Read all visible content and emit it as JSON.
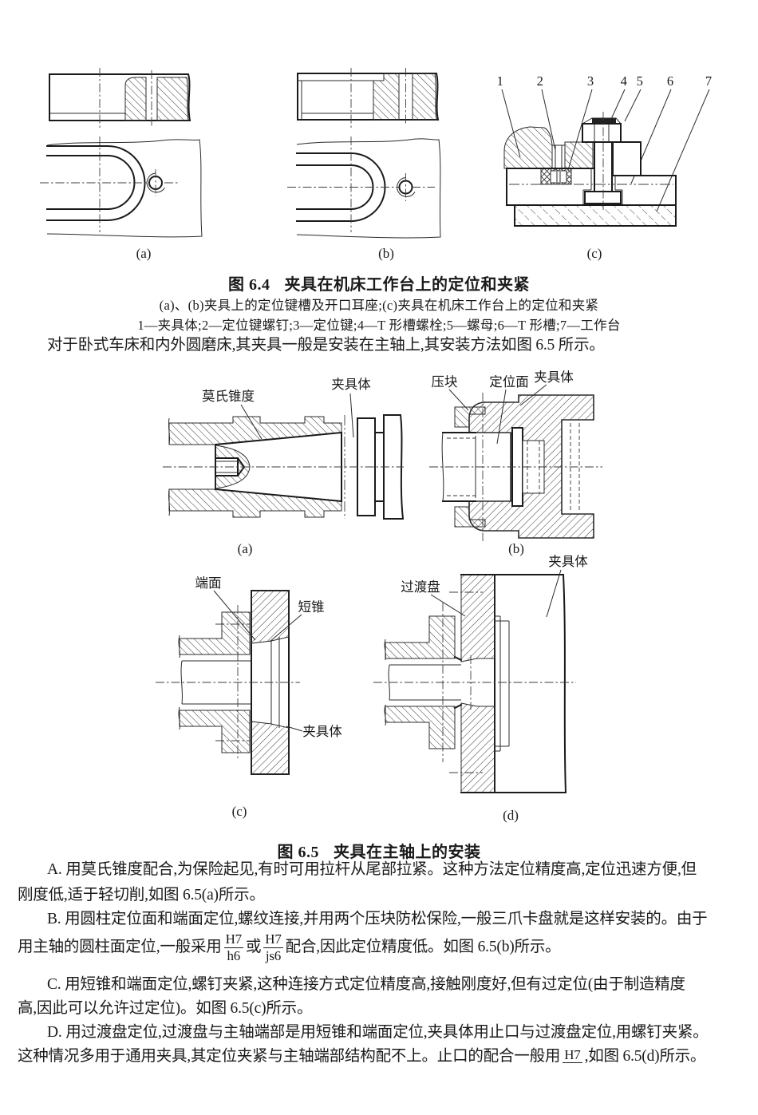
{
  "fig64": {
    "caption_label": "图 6.4",
    "caption_title": "夹具在机床工作台上的定位和夹紧",
    "subcaption": "(a)、(b)夹具上的定位键槽及开口耳座;(c)夹具在机床工作台上的定位和夹紧",
    "legend": "1—夹具体;2—定位键螺钉;3—定位键;4—T 形槽螺栓;5—螺母;6—T 形槽;7—工作台",
    "sublabel_a": "(a)",
    "sublabel_b": "(b)",
    "sublabel_c": "(c)",
    "callouts": [
      "1",
      "2",
      "3",
      "4",
      "5",
      "6",
      "7"
    ]
  },
  "intro": "对于卧式车床和内外圆磨床,其夹具一般是安装在主轴上,其安装方法如图 6.5 所示。",
  "fig65": {
    "caption_label": "图 6.5",
    "caption_title": "夹具在主轴上的安装",
    "sublabel_a": "(a)",
    "sublabel_b": "(b)",
    "sublabel_c": "(c)",
    "sublabel_d": "(d)",
    "label_morse": "莫氏锥度",
    "label_body_a": "夹具体",
    "label_clamp": "压块",
    "label_locating_face": "定位面",
    "label_body_b": "夹具体",
    "label_end_face": "端面",
    "label_short_taper": "短锥",
    "label_body_c": "夹具体",
    "label_adapter_plate": "过渡盘",
    "label_body_d": "夹具体"
  },
  "paras": {
    "a1": "A. 用莫氏锥度配合,为保险起见,有时可用拉杆从尾部拉紧。这种方法定位精度高,定位迅速方便,但",
    "a2": "刚度低,适于轻切削,如图 6.5(a)所示。",
    "b1": "B. 用圆柱定位面和端面定位,螺纹连接,并用两个压块防松保险,一般三爪卡盘就是这样安装的。由于",
    "b2_pre": "用主轴的圆柱面定位,一般采用",
    "b2_frac1_num": "H7",
    "b2_frac1_den": "h6",
    "b2_mid": "或",
    "b2_frac2_num": "H7",
    "b2_frac2_den": "js6",
    "b2_post": "配合,因此定位精度低。如图 6.5(b)所示。",
    "c1": "C. 用短锥和端面定位,螺钉夹紧,这种连接方式定位精度高,接触刚度好,但有过定位(由于制造精度",
    "c2": "高,因此可以允许过定位)。如图 6.5(c)所示。",
    "d1": "D. 用过渡盘定位,过渡盘与主轴端部是用短锥和端面定位,夹具体用止口与过渡盘定位,用螺钉夹紧。",
    "d2_pre": "这种情况多用于通用夹具,其定位夹紧与主轴端部结构配不上。止口的配合一般用",
    "d2_frac_num": "H7",
    "d2_frac_den": "",
    "d2_post": ",如图 6.5(d)所示。"
  }
}
